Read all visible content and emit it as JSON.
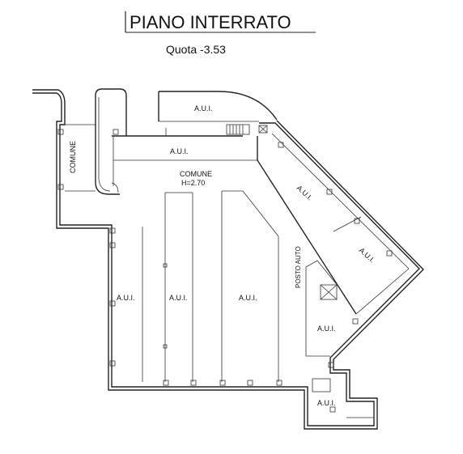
{
  "title": "PIANO INTERRATO",
  "subtitle": "Quota -3.53",
  "labels": {
    "aui_top": "A.U.I.",
    "aui_strip": "A.U.I.",
    "comune_left": "COMUNE",
    "comune_center": "COMUNE",
    "height_center": "H=2.70",
    "aui_diag_upper": "A.U.I.",
    "aui_diag_lower": "A.U.I.",
    "posto_auto": "POSTO AUTO",
    "aui_bay_1": "A.U.I.",
    "aui_bay_2": "A.U.I.",
    "aui_bay_3": "A.U.I.",
    "aui_right": "A.U.I.",
    "aui_bottom": "A.U.I."
  }
}
